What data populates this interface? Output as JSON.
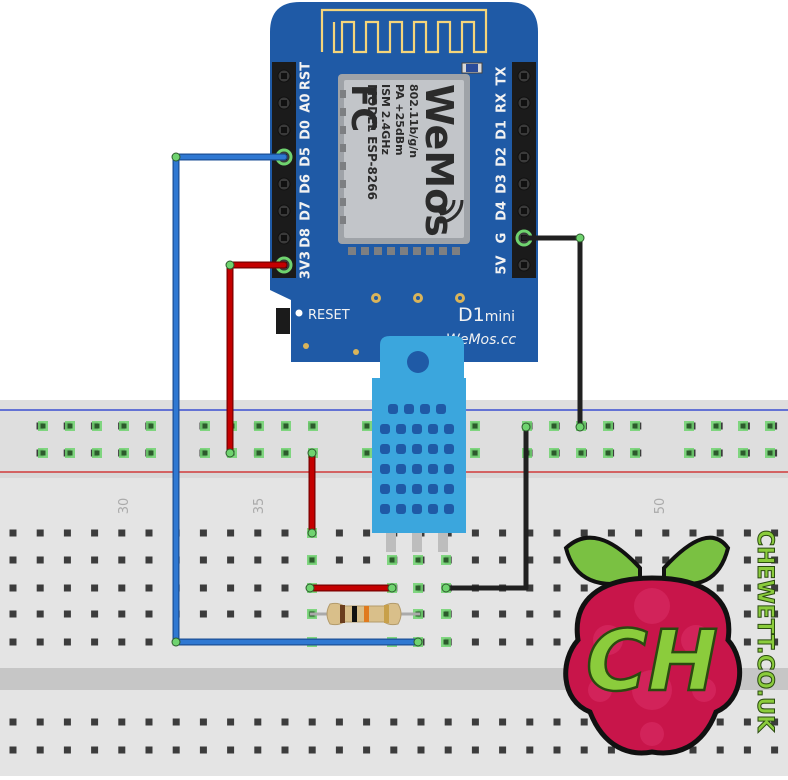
{
  "board": {
    "left_pins": [
      "RST",
      "A0",
      "D0",
      "D5",
      "D6",
      "D7",
      "D8",
      "3V3"
    ],
    "right_pins": [
      "TX",
      "RX",
      "D1",
      "D2",
      "D3",
      "D4",
      "G",
      "5V"
    ],
    "reset_label": "RESET",
    "name": "D1",
    "name_suffix": "mini",
    "site": "WeMos.cc",
    "module": {
      "brand": "WeMos",
      "fc": "FC",
      "line1": "MODEL ESP-8266",
      "line2": "ISM 2.4GHz",
      "line3": "PA +25dBm",
      "line4": "802.11b/g/n"
    }
  },
  "breadboard": {
    "column_numbers": [
      "30",
      "35",
      "50"
    ]
  },
  "watermark": {
    "initials": "CH",
    "site": "CHEWETT.CO.UK"
  },
  "colors": {
    "board_blue": "#1f5aa6",
    "wire_blue": "#2f78d2",
    "wire_red": "#c40000",
    "wire_black": "#202020",
    "sensor_blue": "#3ba6dd",
    "raspberry": "#c8154a",
    "leaf_green": "#7ac142",
    "rail_blue": "#3a4fd0",
    "rail_red": "#d03a3a"
  }
}
